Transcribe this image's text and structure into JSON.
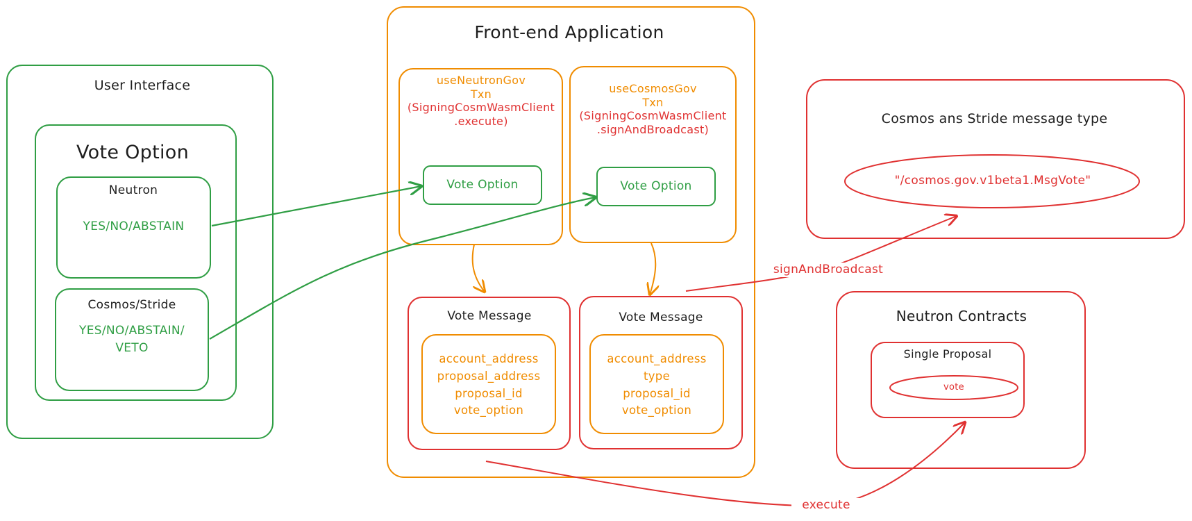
{
  "colors": {
    "green": "#2f9e44",
    "orange": "#f08c00",
    "red": "#e03131",
    "ink": "#1e1e1e"
  },
  "user_interface": {
    "title": "User Interface",
    "vote_option_title": "Vote Option",
    "neutron": {
      "title": "Neutron",
      "options": "YES/NO/ABSTAIN"
    },
    "cosmos_stride": {
      "title": "Cosmos/Stride",
      "options_line1": "YES/NO/ABSTAIN/",
      "options_line2": "VETO"
    }
  },
  "frontend": {
    "title": "Front-end Application",
    "neutron_hook": {
      "line1": "useNeutronGov",
      "line2": "Txn",
      "line3": "(SigningCosmWasmClient",
      "line4": ".execute)",
      "vote_option": "Vote Option"
    },
    "cosmos_hook": {
      "line1": "useCosmosGov",
      "line2": "Txn",
      "line3": "(SigningCosmWasmClient",
      "line4": ".signAndBroadcast)",
      "vote_option": "Vote Option"
    },
    "neutron_message": {
      "title": "Vote Message",
      "fields": [
        "account_address",
        "proposal_address",
        "proposal_id",
        "vote_option"
      ]
    },
    "cosmos_message": {
      "title": "Vote Message",
      "fields": [
        "account_address",
        "type",
        "proposal_id",
        "vote_option"
      ]
    }
  },
  "cosmos_stride": {
    "title": "Cosmos ans Stride message type",
    "msg_type": "\"/cosmos.gov.v1beta1.MsgVote\""
  },
  "neutron_contracts": {
    "title": "Neutron Contracts",
    "single_proposal": "Single Proposal",
    "vote": "vote"
  },
  "arrows": {
    "sign_and_broadcast": "signAndBroadcast",
    "execute": "execute"
  }
}
